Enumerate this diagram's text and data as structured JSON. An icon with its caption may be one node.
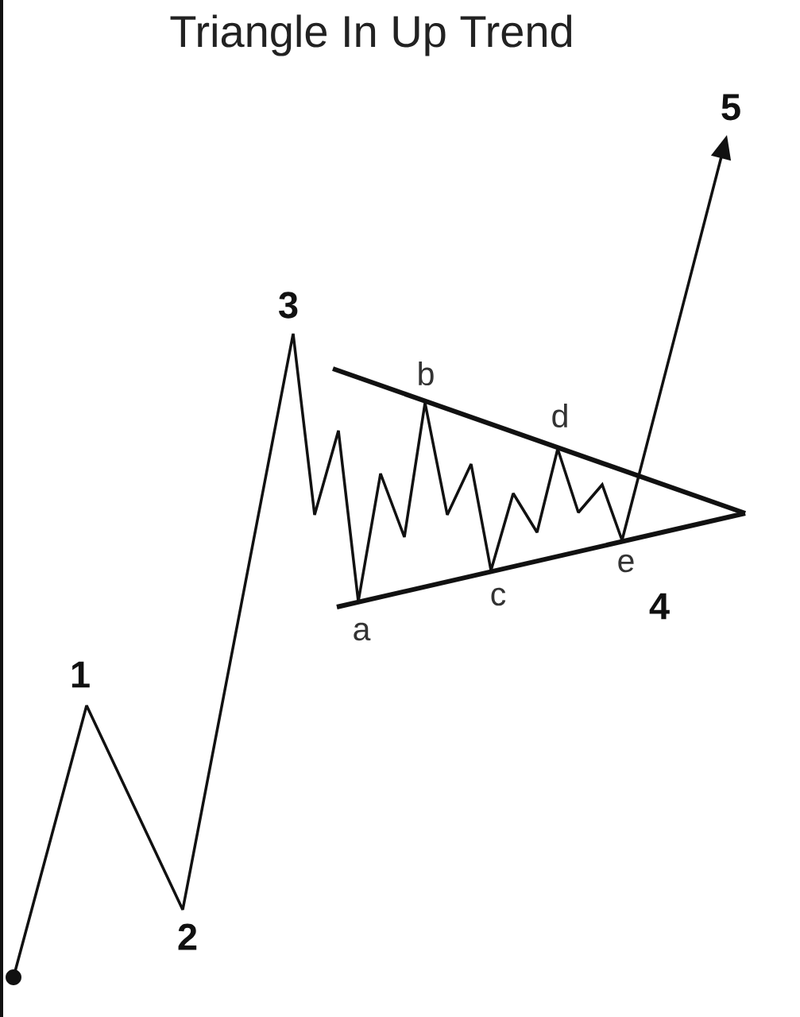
{
  "diagram": {
    "title": "Triangle In Up Trend",
    "labels": [
      "5",
      "3",
      "b",
      "d",
      "e",
      "c",
      "4",
      "a",
      "1",
      "2"
    ]
  }
}
